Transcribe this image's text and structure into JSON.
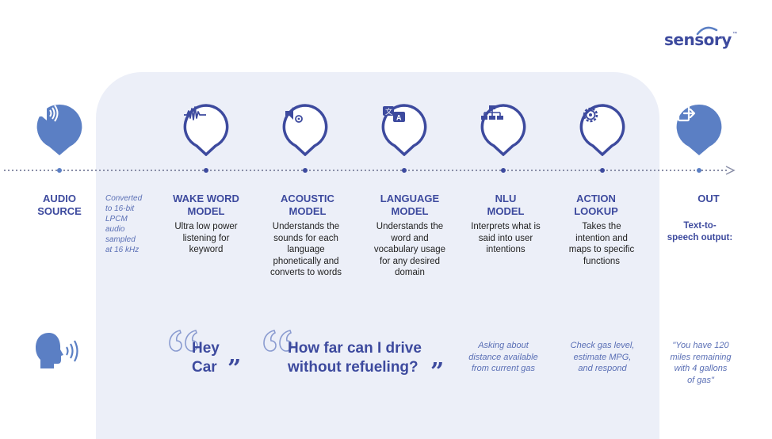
{
  "brand": {
    "name": "sensory",
    "trademark": "™"
  },
  "stages": [
    {
      "id": "audio",
      "title_line1": "AUDIO",
      "title_line2": "SOURCE",
      "desc": []
    },
    {
      "id": "wake",
      "title_line1": "WAKE WORD",
      "title_line2": "MODEL",
      "desc": [
        "Ultra low power",
        "listening for",
        "keyword"
      ]
    },
    {
      "id": "acoustic",
      "title_line1": "ACOUSTIC",
      "title_line2": "MODEL",
      "desc": [
        "Understands the",
        "sounds for each",
        "language",
        "phonetically and",
        "converts to words"
      ]
    },
    {
      "id": "language",
      "title_line1": "LANGUAGE",
      "title_line2": "MODEL",
      "desc": [
        "Understands the",
        "word and",
        "vocabulary usage",
        "for any desired",
        "domain"
      ]
    },
    {
      "id": "nlu",
      "title_line1": "NLU",
      "title_line2": "MODEL",
      "desc": [
        "Interprets what is",
        "said into user",
        "intentions"
      ]
    },
    {
      "id": "action",
      "title_line1": "ACTION",
      "title_line2": "LOOKUP",
      "desc": [
        "Takes the",
        "intention and",
        "maps to specific",
        "functions"
      ]
    },
    {
      "id": "out",
      "title_line1": "OUT",
      "title_line2": "",
      "desc": []
    }
  ],
  "converted_note": [
    "Converted",
    "to 16-bit",
    "LPCM",
    "audio",
    "sampled",
    "at 16 kHz"
  ],
  "out_desc": [
    "Text-to-",
    "speech output:"
  ],
  "examples": {
    "wake_quote": [
      "Hey",
      "Car"
    ],
    "query_quote": [
      "How far can I drive",
      "without refueling?"
    ],
    "nlu_note": [
      "Asking about",
      "distance available",
      "from current gas"
    ],
    "action_note": [
      "Check gas level,",
      "estimate MPG,",
      "and respond"
    ],
    "out_note": [
      "\"You have 120",
      "miles remaining",
      "with 4 gallons",
      "of gas\""
    ]
  },
  "colors": {
    "dark_pin": "#3d4a9e",
    "light_pin": "#5b7fc4",
    "panel": "#eceff8",
    "accent_text": "#3d4a9e",
    "italic_text": "#5a6fb5"
  },
  "icons": [
    "speaker-icon",
    "waveform-icon",
    "acoustic-icon",
    "translate-icon",
    "hierarchy-icon",
    "gear-icon",
    "exit-icon",
    "speaking-head-icon"
  ]
}
